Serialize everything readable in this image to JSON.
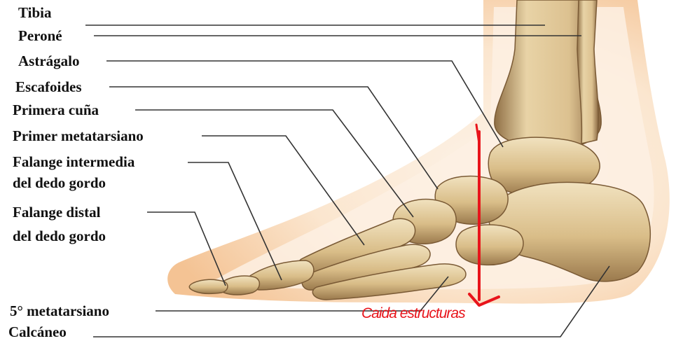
{
  "labels": {
    "tibia": "Tibia",
    "perone": "Peroné",
    "astragalo": "Astrágalo",
    "escafoides": "Escafoides",
    "primera_cuna": "Primera cuña",
    "primer_metatarsiano": "Primer metatarsiano",
    "falange_intermedia_1": "Falange intermedia",
    "falange_intermedia_2": "del dedo gordo",
    "falange_distal_1": "Falange distal",
    "falange_distal_2": "del dedo gordo",
    "quinto_metatarsiano": "5° metatarsiano",
    "calcaneo": "Calcáneo"
  },
  "annotation": {
    "text": "Caida estructuras",
    "color": "#e8141b"
  },
  "colors": {
    "skin_outer": "#f7d1a6",
    "skin_inner": "#fdf0e3",
    "bone_light": "#ecd9b0",
    "bone_dark": "#9b7a4d",
    "leader_line": "#333333",
    "arrow": "#e8141b"
  }
}
